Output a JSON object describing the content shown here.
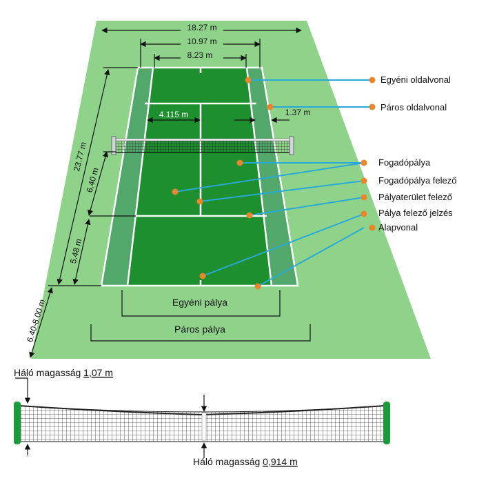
{
  "court": {
    "dims": {
      "total_width": "18.27 m",
      "doubles_width": "10.97 m",
      "singles_width": "8.23 m",
      "service_half": "4.115 m",
      "alley": "1.37 m",
      "length": "23.77 m",
      "service_depth": "6.40 m",
      "back_depth": "5.48 m",
      "runoff": "6.40-8.00 m"
    },
    "labels": {
      "singles_sideline": "Egyéni oldalvonal",
      "doubles_sideline": "Páros oldalvonal",
      "service_box": "Fogadópálya",
      "service_box_half": "Fogadópálya felező",
      "court_half_line": "Pályaterület felező",
      "center_mark": "Pálya felező jelzés",
      "baseline": "Alapvonal"
    },
    "singles_court": "Egyéni pálya",
    "doubles_court": "Páros pálya"
  },
  "net": {
    "post_height_label": "Háló magasság",
    "post_height_value": "1,07 m",
    "center_height_label": "Háló magasság",
    "center_height_value": "0,914 m"
  },
  "colors": {
    "surround": "#8fd38a",
    "court": "#1e8f2e",
    "alley": "#52a86b",
    "line": "#ffffff",
    "callout_dot": "#e8862c",
    "callout_line": "#29a9d6",
    "net_post": "#1a9a3a"
  }
}
